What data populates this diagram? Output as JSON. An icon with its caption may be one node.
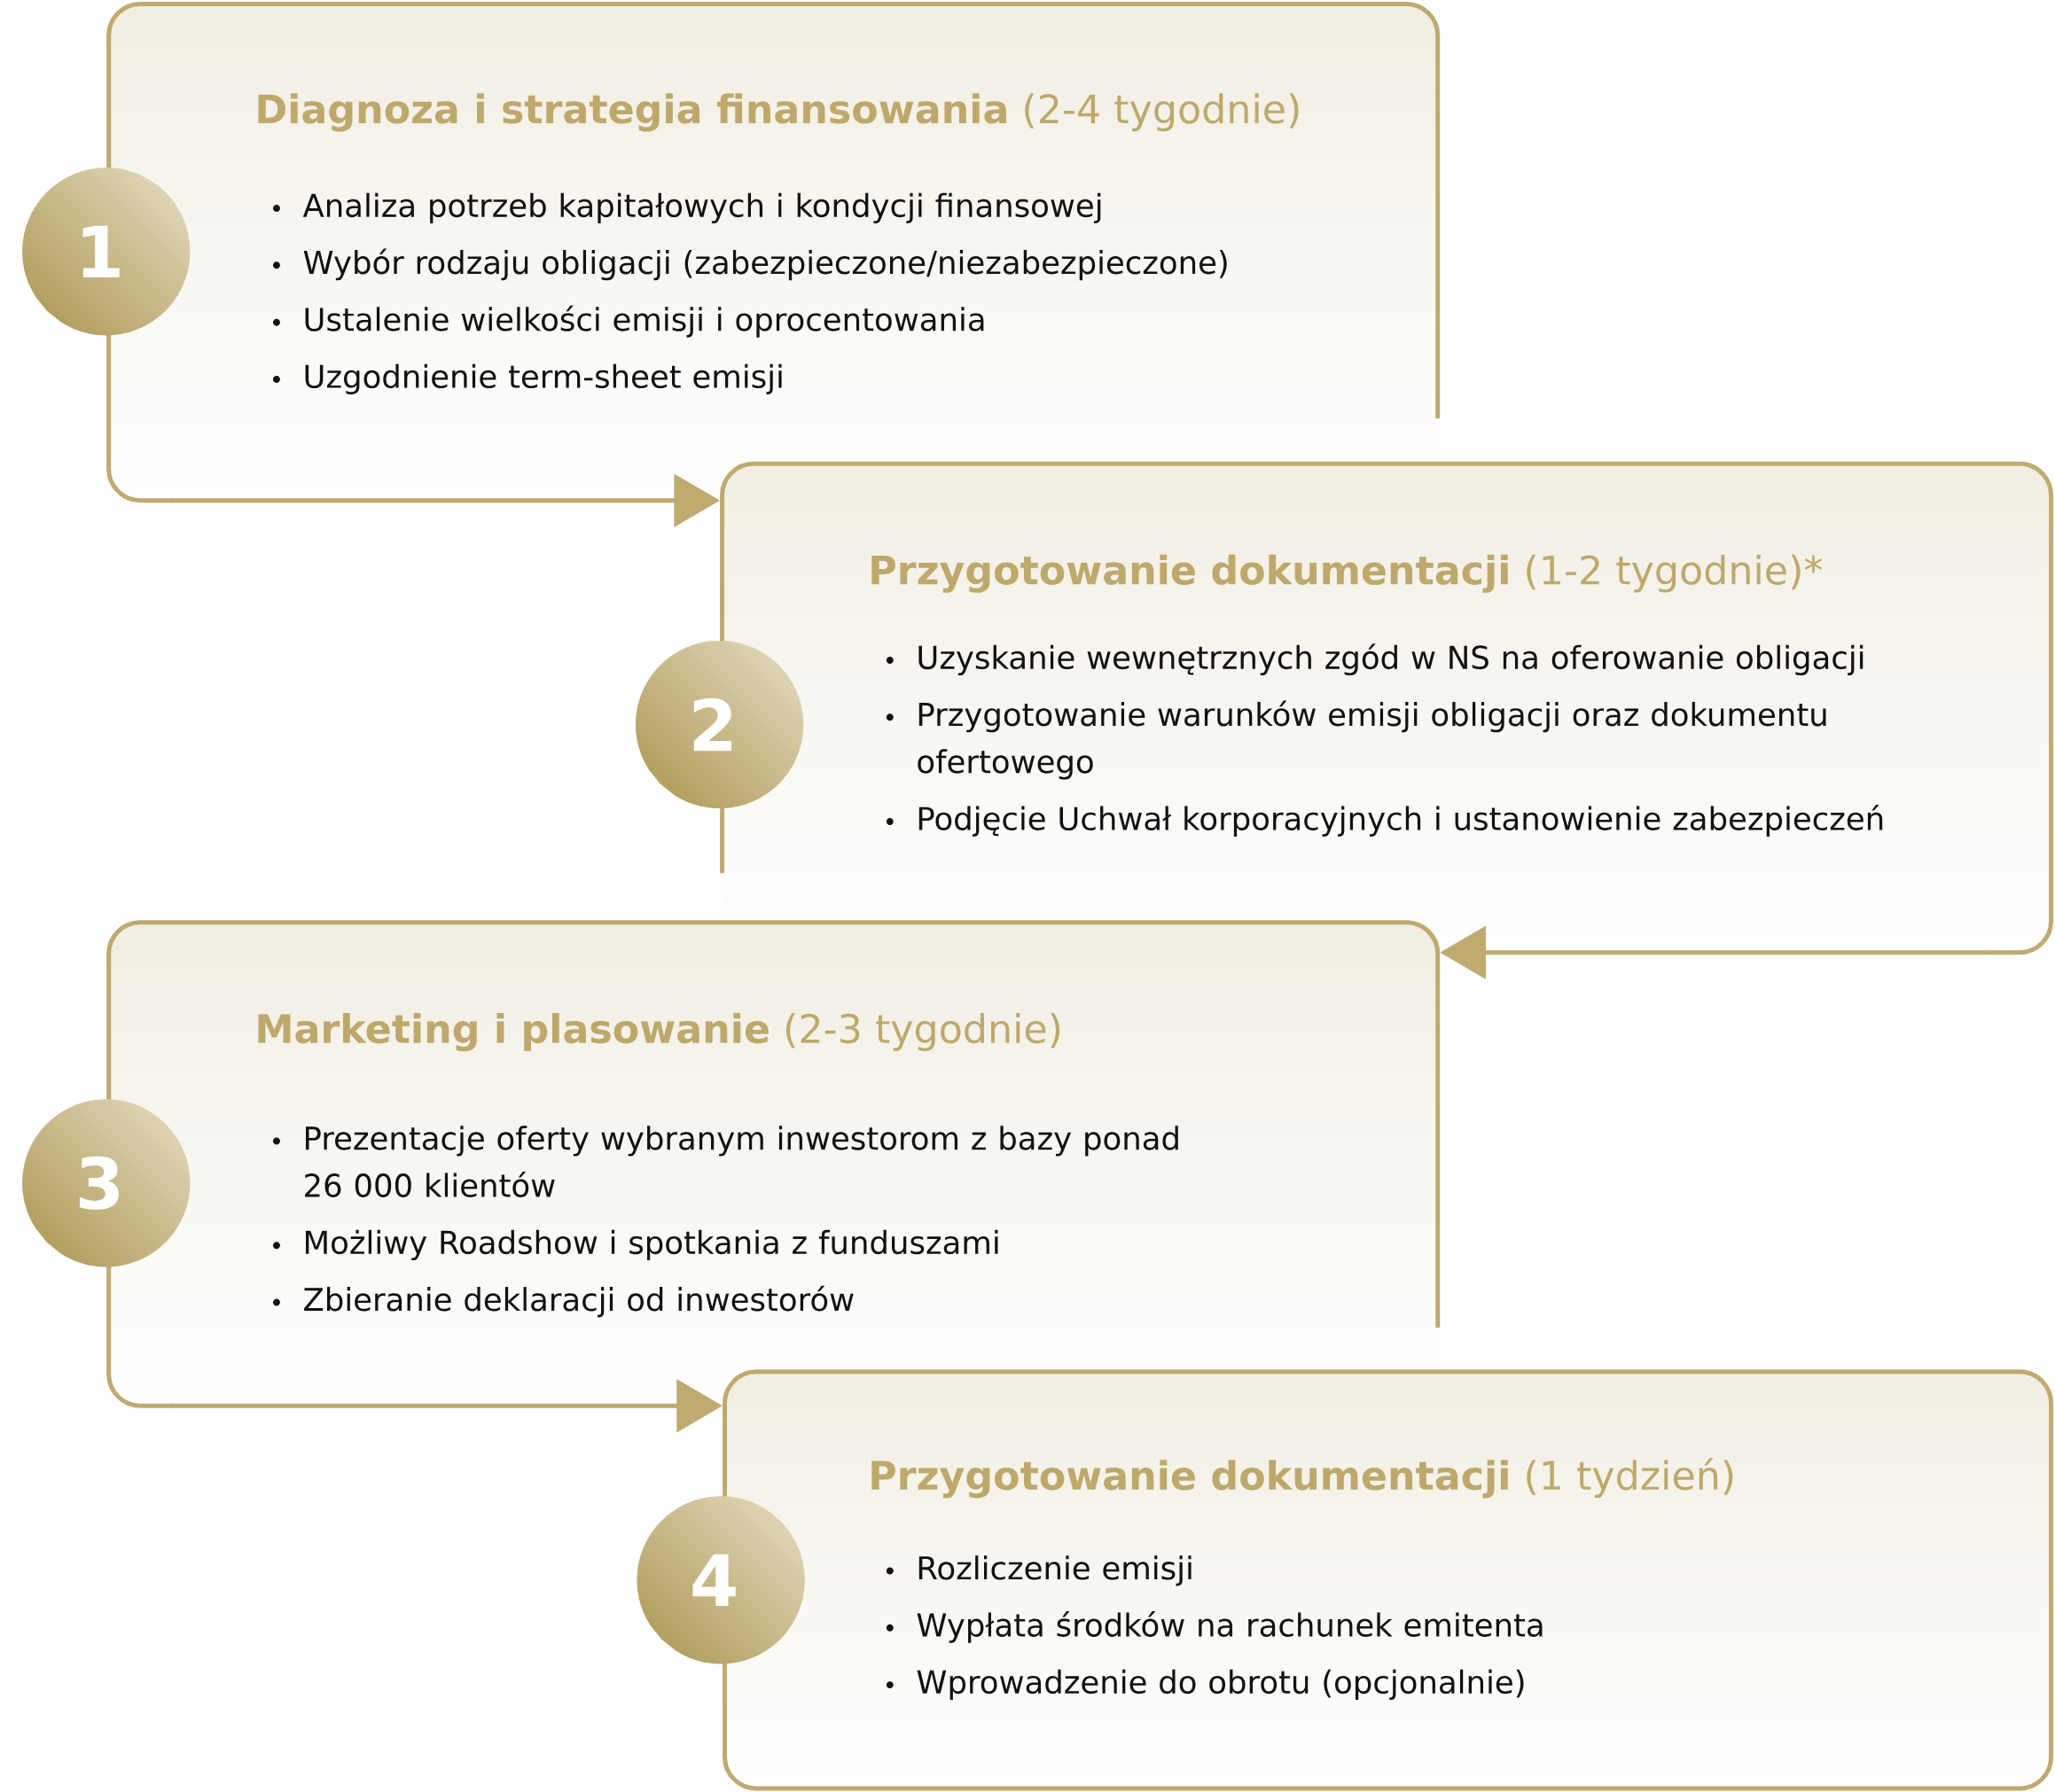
{
  "diagram": {
    "nodes": [
      {
        "text": [
          "**Diagnoza i strategia finansowania** (2-4 tygodnie)",
          "Analiza potrzeb kapitałowych i kondycji finansowej",
          "Wybór rodzaju obligacji (zabezpieczone/niezabezpieczone)",
          "Ustalenie wielkości emisji i oprocentowania",
          "Uzgodnienie term-sheet emisji"
        ]
      },
      {
        "text": [
          "1"
        ]
      },
      {
        "text": [
          "**Przygotowanie dokumentacji** (1-2 tygodnie)*",
          "Uzyskanie wewnętrznych zgód w NS na oferowanie obligacji",
          "Przygotowanie warunków emisji obligacji oraz dokumentu ofertowego",
          "Podjęcie Uchwał korporacyjnych i ustanowienie zabezpieczeń"
        ]
      },
      {
        "text": [
          "2"
        ]
      },
      {
        "text": [
          "**Marketing i plasowanie** (2-3 tygodnie)",
          "Prezentacje oferty wybranym inwestorom z bazy ponad 26 000 klientów",
          "Możliwy Roadshow i spotkania z funduszami",
          "Zbieranie deklaracji od inwestorów"
        ]
      },
      {
        "text": [
          "3"
        ]
      },
      {
        "text": [
          "**Przygotowanie dokumentacji** (1 tydzień)",
          "Rozliczenie emisji",
          "Wypłata środków na rachunek emitenta",
          "Wprowadzenie do obrotu (opcjonalnie)"
        ]
      },
      {
        "text": [
          "4"
        ]
      }
    ],
    "edges": [
      {
        "from": 0,
        "to": 2,
        "arrow": "to"
      },
      {
        "from": 2,
        "to": 4,
        "arrow": "to"
      },
      {
        "from": 4,
        "to": 6,
        "arrow": "to"
      }
    ]
  }
}
